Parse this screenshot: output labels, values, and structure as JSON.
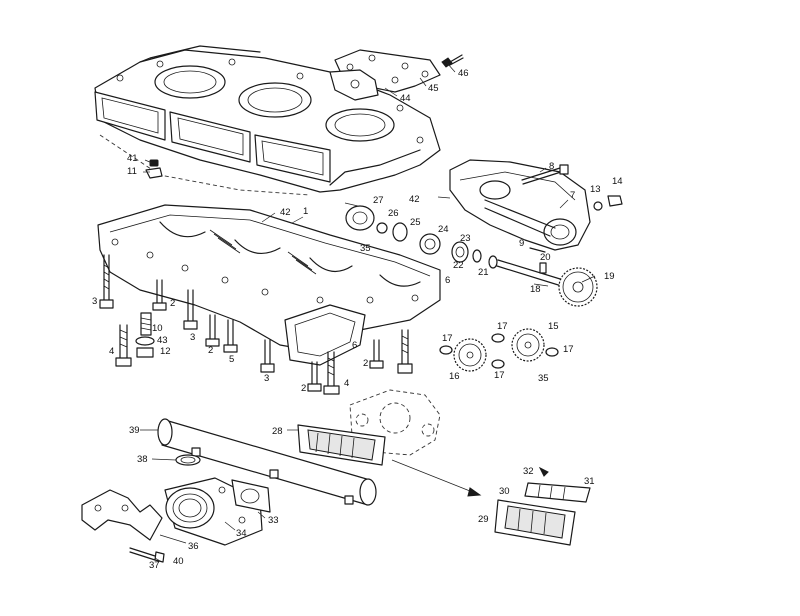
{
  "diagram": {
    "callouts": [
      {
        "id": "c1",
        "text": "1"
      },
      {
        "id": "c2a",
        "text": "2"
      },
      {
        "id": "c2b",
        "text": "2"
      },
      {
        "id": "c2c",
        "text": "2"
      },
      {
        "id": "c2d",
        "text": "2"
      },
      {
        "id": "c3a",
        "text": "3"
      },
      {
        "id": "c3b",
        "text": "3"
      },
      {
        "id": "c3c",
        "text": "3"
      },
      {
        "id": "c4a",
        "text": "4"
      },
      {
        "id": "c4b",
        "text": "4"
      },
      {
        "id": "c5",
        "text": "5"
      },
      {
        "id": "c6a",
        "text": "6"
      },
      {
        "id": "c6b",
        "text": "6"
      },
      {
        "id": "c7",
        "text": "7"
      },
      {
        "id": "c8",
        "text": "8"
      },
      {
        "id": "c9",
        "text": "9"
      },
      {
        "id": "c10",
        "text": "10"
      },
      {
        "id": "c11",
        "text": "11"
      },
      {
        "id": "c12",
        "text": "12"
      },
      {
        "id": "c13",
        "text": "13"
      },
      {
        "id": "c14",
        "text": "14"
      },
      {
        "id": "c15",
        "text": "15"
      },
      {
        "id": "c16",
        "text": "16"
      },
      {
        "id": "c17a",
        "text": "17"
      },
      {
        "id": "c17b",
        "text": "17"
      },
      {
        "id": "c17c",
        "text": "17"
      },
      {
        "id": "c17d",
        "text": "17"
      },
      {
        "id": "c18",
        "text": "18"
      },
      {
        "id": "c19",
        "text": "19"
      },
      {
        "id": "c20",
        "text": "20"
      },
      {
        "id": "c21",
        "text": "21"
      },
      {
        "id": "c22",
        "text": "22"
      },
      {
        "id": "c23",
        "text": "23"
      },
      {
        "id": "c24",
        "text": "24"
      },
      {
        "id": "c25",
        "text": "25"
      },
      {
        "id": "c26",
        "text": "26"
      },
      {
        "id": "c27",
        "text": "27"
      },
      {
        "id": "c28",
        "text": "28"
      },
      {
        "id": "c29",
        "text": "29"
      },
      {
        "id": "c30",
        "text": "30"
      },
      {
        "id": "c31",
        "text": "31"
      },
      {
        "id": "c32",
        "text": "32"
      },
      {
        "id": "c33",
        "text": "33"
      },
      {
        "id": "c34",
        "text": "34"
      },
      {
        "id": "c35a",
        "text": "35"
      },
      {
        "id": "c35b",
        "text": "35"
      },
      {
        "id": "c36",
        "text": "36"
      },
      {
        "id": "c37",
        "text": "37"
      },
      {
        "id": "c38",
        "text": "38"
      },
      {
        "id": "c39",
        "text": "39"
      },
      {
        "id": "c40",
        "text": "40"
      },
      {
        "id": "c41",
        "text": "41"
      },
      {
        "id": "c42a",
        "text": "42"
      },
      {
        "id": "c42b",
        "text": "42"
      },
      {
        "id": "c43",
        "text": "43"
      },
      {
        "id": "c44",
        "text": "44"
      },
      {
        "id": "c45",
        "text": "45"
      },
      {
        "id": "c46",
        "text": "46"
      }
    ]
  }
}
